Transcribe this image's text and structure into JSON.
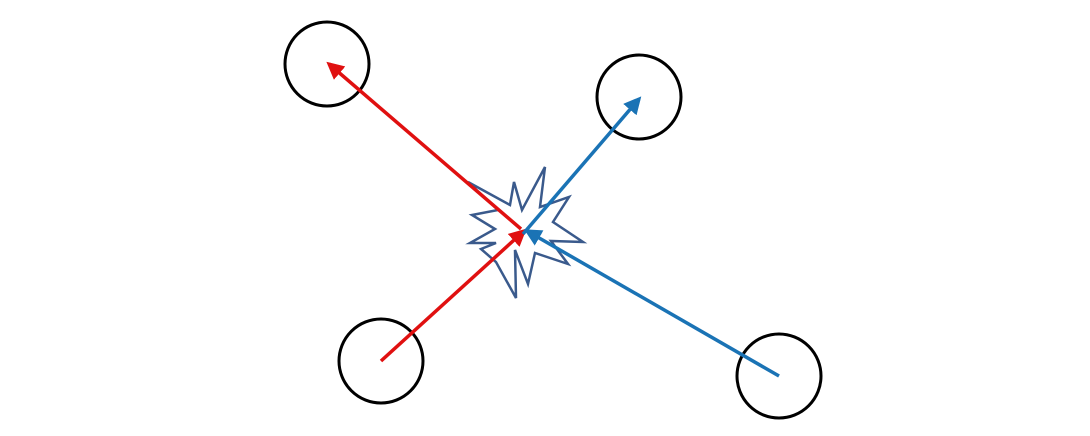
{
  "diagram": {
    "colors": {
      "background": "#ffffff",
      "particle_stroke": "#000000",
      "red_track": "#e01010",
      "blue_track": "#1a73b5",
      "burst_stroke": "#3a5a8c",
      "burst_fill": "#ffffff"
    },
    "elements": [
      {
        "name": "particle-top-left",
        "kind": "particle"
      },
      {
        "name": "particle-top-right",
        "kind": "particle"
      },
      {
        "name": "particle-bottom-left",
        "kind": "particle"
      },
      {
        "name": "particle-bottom-right",
        "kind": "particle"
      },
      {
        "name": "collision-burst",
        "kind": "burst"
      },
      {
        "name": "red-track-incoming",
        "kind": "track",
        "color": "red"
      },
      {
        "name": "red-track-outgoing",
        "kind": "track",
        "color": "red"
      },
      {
        "name": "blue-track-incoming",
        "kind": "track",
        "color": "blue"
      },
      {
        "name": "blue-track-outgoing",
        "kind": "track",
        "color": "blue"
      }
    ]
  }
}
